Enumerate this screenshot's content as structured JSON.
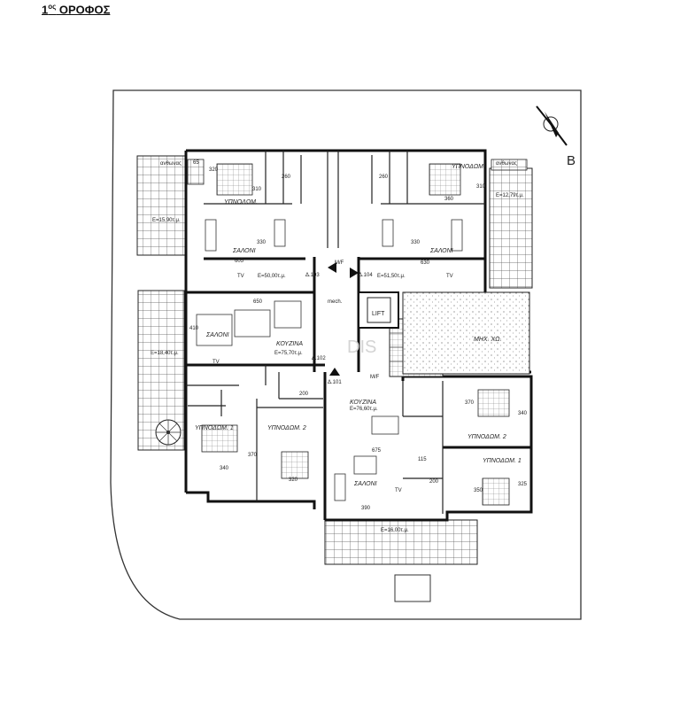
{
  "title": {
    "num": "1",
    "sup": "ος",
    "label": " ΟΡΟΦΟΣ"
  },
  "compass": {
    "label": "B"
  },
  "watermark": "DIS",
  "flat_A": {
    "living": "ΣΑΛΟΝΙ",
    "bedroom": "ΥΠΝΟΔΩΜ.",
    "area": "Ε=50,00τ.μ.",
    "dim_605": "605",
    "dim_330": "330",
    "dim_320": "320",
    "dim_310": "310",
    "dim_65": "65",
    "dim_260": "260",
    "veranda": "ανθωνας",
    "veranda_area": "Ε=15,90τ.μ.",
    "tv": "TV",
    "door_id": "Δ.103"
  },
  "flat_B": {
    "living": "ΣΑΛΟΝΙ",
    "bedroom": "ΥΠΝΟΔΩΜ.",
    "area": "Ε=51,50τ.μ.",
    "dim_630": "630",
    "dim_330": "330",
    "dim_360": "360",
    "dim_310": "310",
    "dim_260": "260",
    "veranda": "ανθωνας",
    "veranda_area": "Ε=12,79τ.μ.",
    "tv": "TV",
    "door_id": "Δ.104"
  },
  "flat_C": {
    "living": "ΣΑΛΟΝΙ",
    "kitchen": "ΚΟΥΖΙΝΑ",
    "area": "Ε=75,70τ.μ.",
    "bed1": "ΥΠΝΟΔΩΜ. 1",
    "bed2": "ΥΠΝΟΔΩΜ. 2",
    "dim_650": "650",
    "dim_410": "410",
    "dim_340": "340",
    "dim_370": "370",
    "dim_320": "320",
    "dim_200": "200",
    "veranda_area": "Ε=18,40τ.μ.",
    "tv": "TV",
    "door_id": "Δ.102",
    "mech": "mech."
  },
  "flat_D": {
    "living": "ΣΑΛΟΝΙ",
    "kitchen": "ΚΟΥΖΙΝΑ",
    "area": "Ε=76,60τ.μ.",
    "bed1": "ΥΠΝΟΔΩΜ. 1",
    "bed2": "ΥΠΝΟΔΩΜ. 2",
    "dim_370": "370",
    "dim_340": "340",
    "dim_350": "350",
    "dim_325": "325",
    "dim_390": "390",
    "dim_675": "675",
    "dim_115": "115",
    "dim_200": "200",
    "veranda_area": "Ε=16,00τ.μ.",
    "tv": "TV",
    "door_id": "Δ.101"
  },
  "core": {
    "lift": "LIFT",
    "mf1": "M/F",
    "mf2": "M/F"
  },
  "mech_space": "ΜΗΧ. ΧΩ."
}
